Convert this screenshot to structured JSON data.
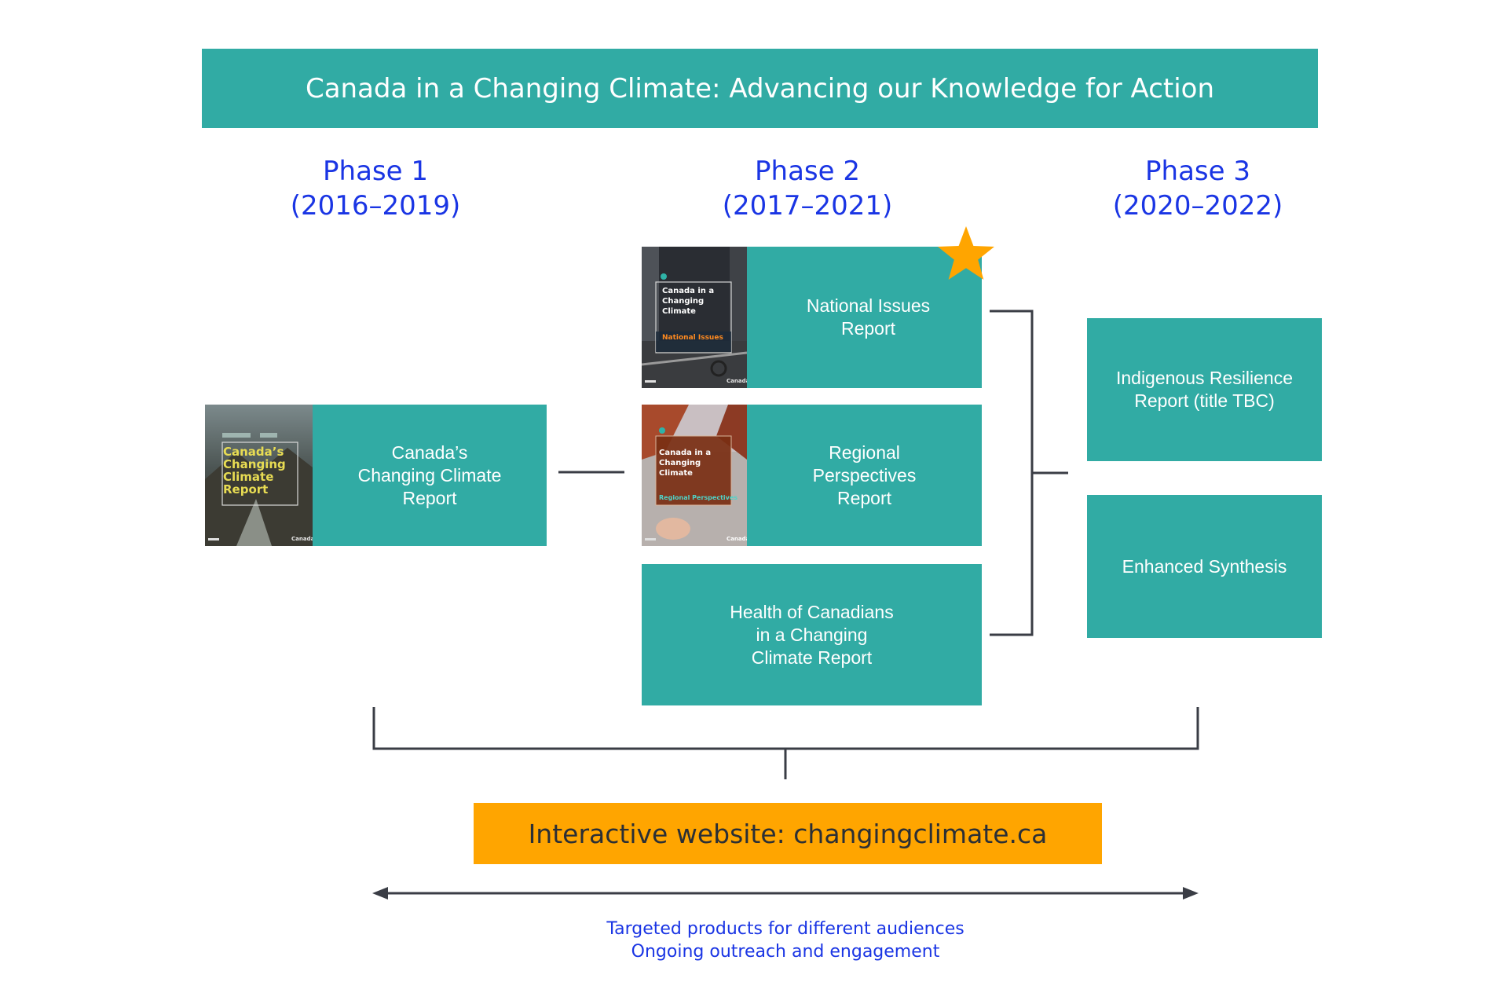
{
  "title": "Canada in a Changing Climate: Advancing our Knowledge for Action",
  "phases": [
    {
      "name": "Phase 1",
      "years": "(2016–2019)"
    },
    {
      "name": "Phase 2",
      "years": "(2017–2021)"
    },
    {
      "name": "Phase 3",
      "years": "(2020–2022)"
    }
  ],
  "reports": {
    "canadas_changing_climate": {
      "label": "Canada’s\nChanging Climate\nReport",
      "cover_title": "Canada’s\nChanging\nClimate\nReport",
      "cover_brand": "Canada"
    },
    "national_issues": {
      "label": "National Issues\nReport",
      "cover_title": "Canada in a\nChanging\nClimate",
      "cover_subtitle": "National Issues",
      "cover_brand": "Canada",
      "star_color": "#ffa500"
    },
    "regional_perspectives": {
      "label": "Regional\nPerspectives\nReport",
      "cover_title": "Canada in a\nChanging\nClimate",
      "cover_subtitle": "Regional Perspectives",
      "cover_brand": "Canada"
    },
    "health_of_canadians": {
      "label": "Health of Canadians\nin a Changing\nClimate Report"
    },
    "indigenous_resilience": {
      "label": "Indigenous Resilience\nReport (title TBC)"
    },
    "enhanced_synthesis": {
      "label": "Enhanced Synthesis"
    }
  },
  "website": "Interactive website: changingclimate.ca",
  "footer": {
    "line1": "Targeted products for different audiences",
    "line2": "Ongoing outreach and engagement"
  },
  "colors": {
    "teal": "#31aba4",
    "blue": "#1a35e4",
    "orange": "#ffa500",
    "connector": "#3a3d45"
  }
}
